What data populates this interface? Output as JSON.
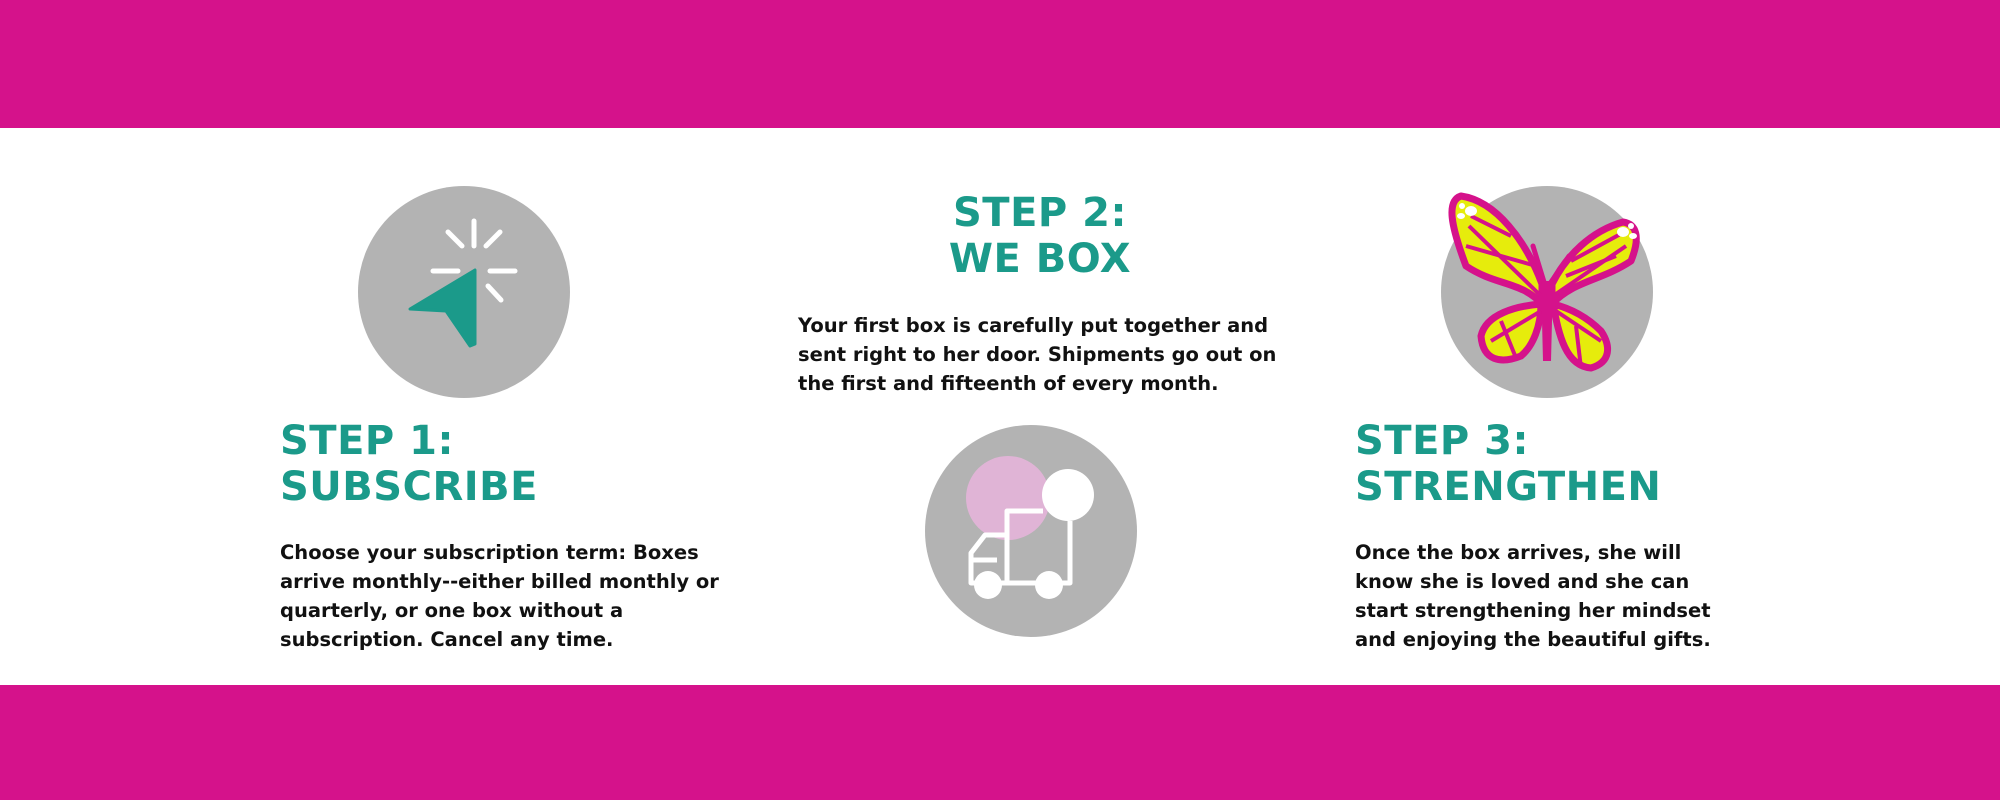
{
  "colors": {
    "brand_magenta": "#d5128b",
    "teal": "#1b9a8a",
    "circle_grey": "#b3b3b3",
    "butterfly_yellow": "#e6ec0c",
    "light_pink": "#e0b4d6"
  },
  "step1": {
    "icon": "cursor-click-icon",
    "title_line1": "STEP 1:",
    "title_line2": "SUBSCRIBE",
    "body": "Choose your subscription term: Boxes arrive monthly--either billed monthly or quarterly, or one box without a subscription. Cancel any time."
  },
  "step2": {
    "icon": "delivery-truck-icon",
    "title_line1": "STEP 2:",
    "title_line2": "WE BOX",
    "body": "Your first box is carefully put together and sent  right to her door. Shipments go out on the first and fifteenth of every month."
  },
  "step3": {
    "icon": "butterfly-icon",
    "title_line1": "STEP 3:",
    "title_line2": "STRENGTHEN",
    "body": "Once the box arrives, she will know she is loved and she can start strengthening her mindset and enjoying the beautiful gifts."
  }
}
